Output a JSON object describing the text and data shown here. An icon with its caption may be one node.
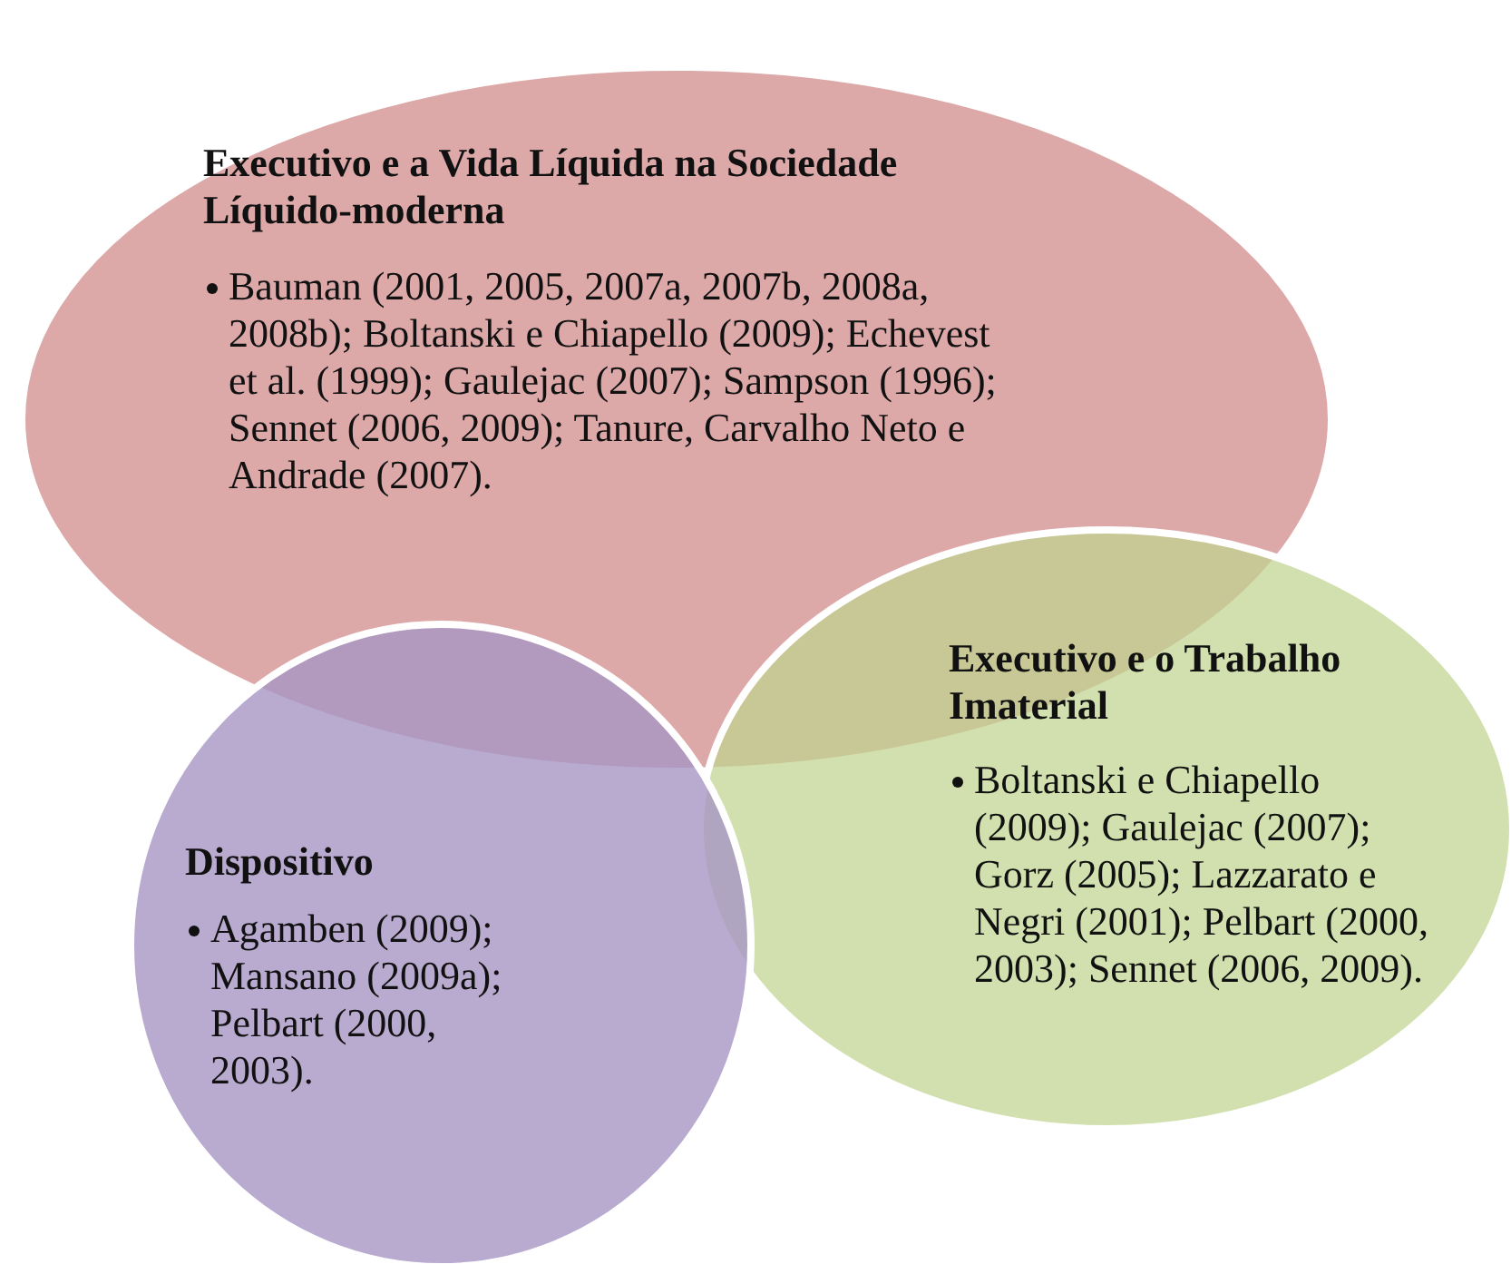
{
  "diagram": {
    "nodes": [
      {
        "text": [
          "Executivo e a Vida Líquida na Sociedade Líquido-moderna",
          "Bauman (2001, 2005, 2007a, 2007b,  2008a, 2008b); Boltanski e Chiapello (2009); Echevest et al. (1999); Gaulejac (2007); Sampson (1996); Sennet (2006, 2009); Tanure, Carvalho Neto e Andrade (2007)."
        ]
      },
      {
        "text": [
          "Executivo e o Trabalho Imaterial",
          "Boltanski e Chiapello (2009); Gaulejac (2007); Gorz (2005); Lazzarato e Negri (2001); Pelbart (2000, 2003); Sennet (2006, 2009)."
        ]
      },
      {
        "text": [
          "Dispositivo",
          "Agamben (2009); Mansano (2009a); Pelbart (2000, 2003)."
        ]
      }
    ]
  }
}
